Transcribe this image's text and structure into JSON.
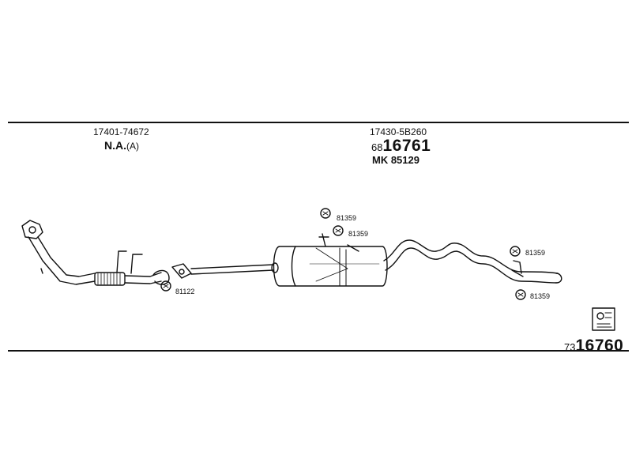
{
  "parts": {
    "front_part_number": "17401-74672",
    "front_status": "N.A.",
    "front_status_suffix": "(A)",
    "rear_part_number": "17430-5B260",
    "rear_ref_prefix": "68",
    "rear_ref_number": "16761",
    "rear_mk": "MK 85129"
  },
  "callouts": {
    "clamp_front": "81122",
    "hanger_1": "81359",
    "hanger_2": "81359",
    "hanger_3": "81359",
    "hanger_4": "81359"
  },
  "footer": {
    "kit_prefix": "73",
    "kit_number": "16760"
  },
  "icons": {
    "callout_marker": "bolt-circle-icon",
    "kit_symbol": "fitting-kit-icon"
  },
  "colors": {
    "line": "#111111",
    "background": "#ffffff"
  }
}
